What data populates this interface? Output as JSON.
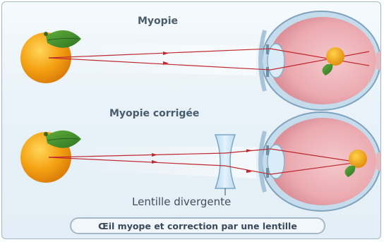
{
  "titles": {
    "top": "Myopie",
    "bottom": "Myopie corrigée"
  },
  "labels": {
    "lens": "Lentille divergente"
  },
  "caption": "Œil myope et correction par une lentille",
  "icons": [
    "orange-icon",
    "eye-icon",
    "lens-icon",
    "ray-arrow-icon"
  ],
  "colors": {
    "ray": "#c0282f",
    "eye": "#e7a7ad",
    "orange": "#f4a416",
    "leaf": "#3f8d2d",
    "lens": "#c9e4f4"
  }
}
